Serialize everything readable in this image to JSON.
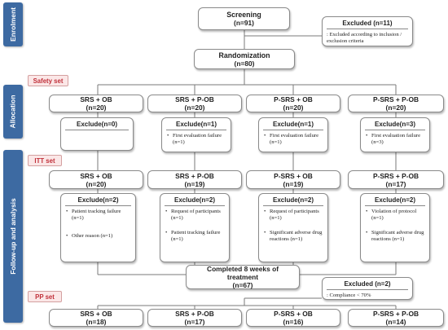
{
  "phases": {
    "enrolment": "Enrolment",
    "allocation": "Allocation",
    "followup": "Follow-up and analysis"
  },
  "sets": {
    "safety": "Safety set",
    "itt": "ITT set",
    "pp": "PP set"
  },
  "screening": {
    "label": "Screening",
    "n": "(n=91)"
  },
  "excluded_screen": {
    "title": "Excluded (n=11)",
    "note": ": Excluded according to inclusion / exclusion criteria"
  },
  "randomization": {
    "label": "Randomization",
    "n": "(n=80)"
  },
  "allocation_groups": [
    {
      "label": "SRS + OB",
      "n": "(n=20)"
    },
    {
      "label": "SRS + P-OB",
      "n": "(n=20)"
    },
    {
      "label": "P-SRS + OB",
      "n": "(n=20)"
    },
    {
      "label": "P-SRS + P-OB",
      "n": "(n=20)"
    }
  ],
  "safety_excludes": [
    {
      "title": "Exclude(n=0)",
      "items": []
    },
    {
      "title": "Exclude(n=1)",
      "items": [
        "First evaluation failure (n=1)"
      ]
    },
    {
      "title": "Exclude(n=1)",
      "items": [
        "First evaluation failure (n=1)"
      ]
    },
    {
      "title": "Exclude(n=3)",
      "items": [
        "First evaluation failure (n=3)"
      ]
    }
  ],
  "itt_groups": [
    {
      "label": "SRS + OB",
      "n": "(n=20)"
    },
    {
      "label": "SRS + P-OB",
      "n": "(n=19)"
    },
    {
      "label": "P-SRS + OB",
      "n": "(n=19)"
    },
    {
      "label": "P-SRS + P-OB",
      "n": "(n=17)"
    }
  ],
  "itt_excludes": [
    {
      "title": "Exclude(n=2)",
      "items": [
        "Patient tracking failure (n=1)",
        "Other reason (n=1)"
      ]
    },
    {
      "title": "Exclude(n=2)",
      "items": [
        "Request of participants (n=1)",
        "Patient tracking failure (n=1)"
      ]
    },
    {
      "title": "Exclude(n=2)",
      "items": [
        "Request of participants (n=1)",
        "Significant adverse drug reactions (n=1)"
      ]
    },
    {
      "title": "Exclude(n=2)",
      "items": [
        "Violation of protocol (n=1)",
        "Significant adverse drug reactions (n=1)"
      ]
    }
  ],
  "completed": {
    "label": "Completed 8 weeks of treatment",
    "n": "(n=67)"
  },
  "excluded_compliance": {
    "title": "Excluded (n=2)",
    "note": ": Compliance < 70%"
  },
  "pp_groups": [
    {
      "label": "SRS + OB",
      "n": "(n=18)"
    },
    {
      "label": "SRS + P-OB",
      "n": "(n=17)"
    },
    {
      "label": "P-SRS + OB",
      "n": "(n=16)"
    },
    {
      "label": "P-SRS + P-OB",
      "n": "(n=14)"
    }
  ]
}
